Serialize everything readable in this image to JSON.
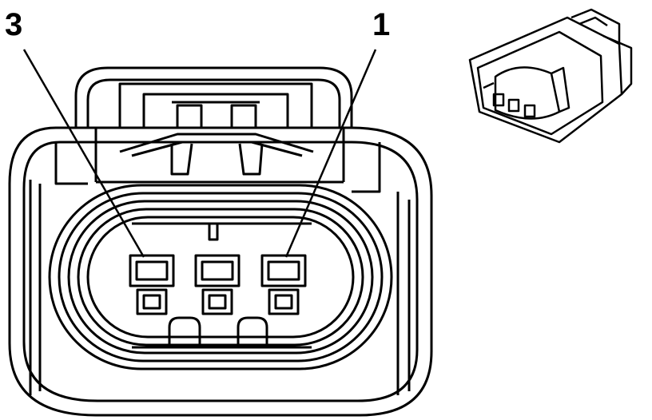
{
  "callouts": [
    {
      "label": "3",
      "points_to": "cavity-3"
    },
    {
      "label": "1",
      "points_to": "cavity-1"
    }
  ],
  "connector": {
    "cavity_count": 3
  },
  "colors": {
    "line": "#000000",
    "background": "#ffffff"
  }
}
